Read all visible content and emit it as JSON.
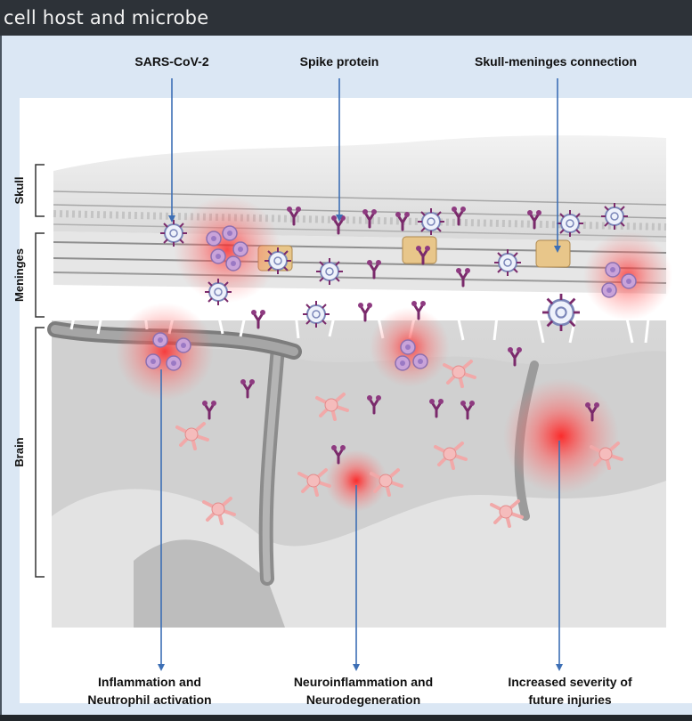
{
  "header": {
    "title": "cell host and microbe"
  },
  "diagram": {
    "top_labels": {
      "virus": "SARS-CoV-2",
      "spike": "Spike protein",
      "connection": "Skull-meninges connection"
    },
    "side_labels": {
      "skull": "Skull",
      "meninges": "Meninges",
      "brain": "Brain"
    },
    "bottom_labels": {
      "left_line1": "Inflammation and",
      "left_line2": "Neutrophil activation",
      "mid_line1": "Neuroinflammation and",
      "mid_line2": "Neurodegeneration",
      "right_line1": "Increased severity of",
      "right_line2": "future injuries"
    },
    "colors": {
      "inflammation": "#ff3b3b",
      "spike": "#7a2a6b",
      "neutrophil": "#c9a3d9",
      "astrocyte": "#f3b3b3",
      "channel": "#e8c68a",
      "arrow": "#3d6fb5"
    }
  }
}
